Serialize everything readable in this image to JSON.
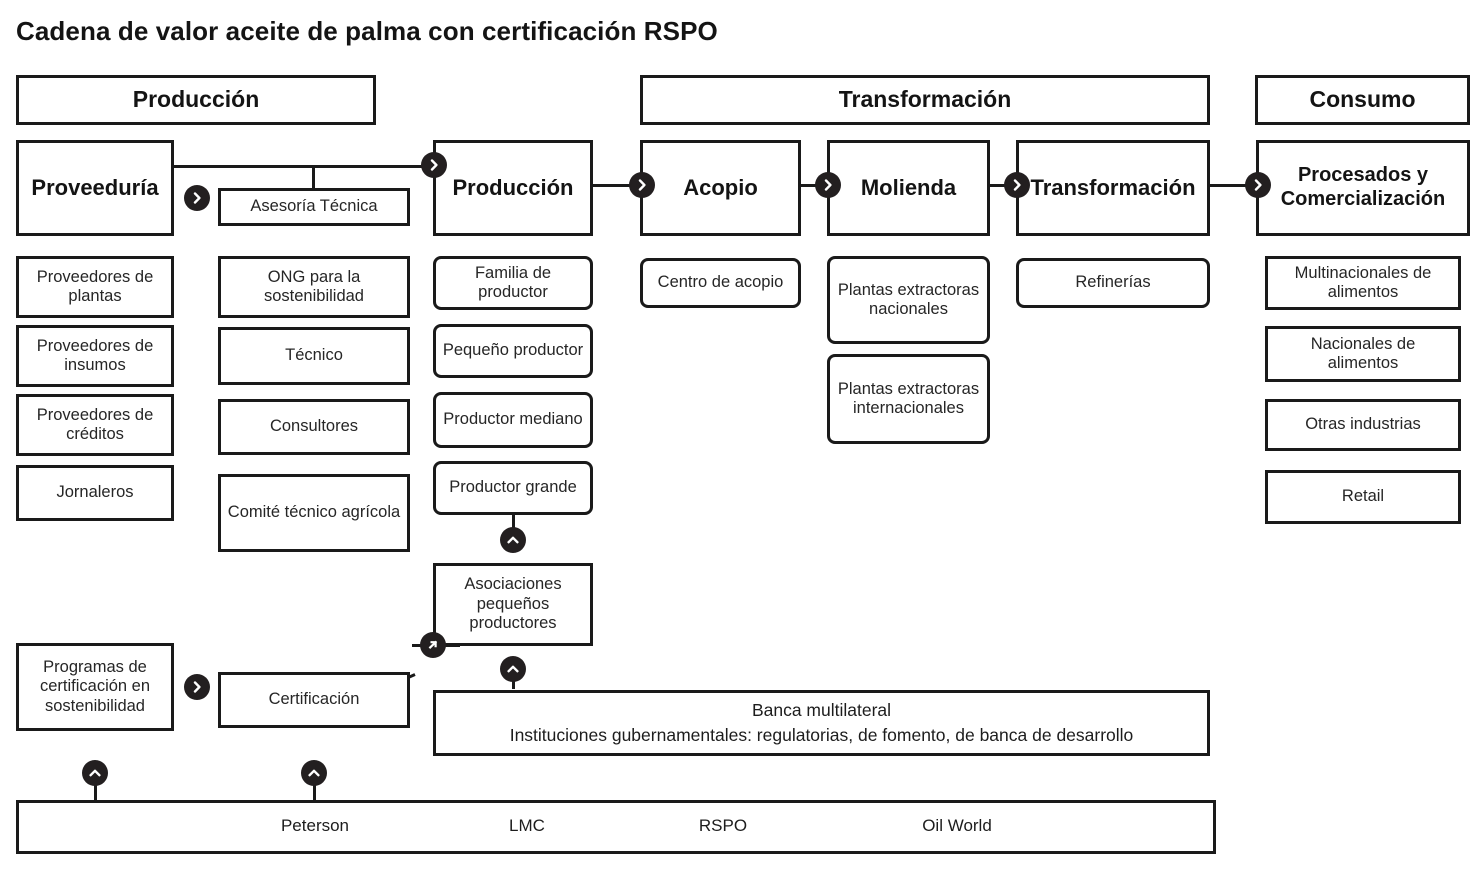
{
  "page": {
    "title": "Cadena de valor aceite de palma con certificación RSPO",
    "ink_color": "#1a1a1a",
    "badge_color": "#231f20",
    "background": "#ffffff"
  },
  "headers": [
    {
      "id": "produccion",
      "label": "Producción"
    },
    {
      "id": "transformacion",
      "label": "Transformación"
    },
    {
      "id": "consumo",
      "label": "Consumo"
    }
  ],
  "stages": [
    {
      "id": "proveeduria",
      "label": "Proveeduría"
    },
    {
      "id": "produccion",
      "label": "Producción"
    },
    {
      "id": "acopio",
      "label": "Acopio"
    },
    {
      "id": "molienda",
      "label": "Molienda"
    },
    {
      "id": "transformacion",
      "label": "Transformación"
    },
    {
      "id": "procesados",
      "label": "Procesados y Comercialización"
    }
  ],
  "asesoria": {
    "label": "Asesoría Técnica"
  },
  "columns": {
    "proveeduria_items": [
      {
        "label": "Proveedores de plantas"
      },
      {
        "label": "Proveedores de insumos"
      },
      {
        "label": "Proveedores de créditos"
      },
      {
        "label": "Jornaleros"
      }
    ],
    "asesoria_items": [
      {
        "label": "ONG para la sostenibilidad"
      },
      {
        "label": "Técnico"
      },
      {
        "label": "Consultores"
      },
      {
        "label": "Comité técnico agrícola"
      }
    ],
    "produccion_items": [
      {
        "label": "Familia de productor"
      },
      {
        "label": "Pequeño productor"
      },
      {
        "label": "Productor mediano"
      },
      {
        "label": "Productor grande"
      }
    ],
    "acopio_items": [
      {
        "label": "Centro de acopio"
      }
    ],
    "molienda_items": [
      {
        "label": "Plantas extractoras nacionales"
      },
      {
        "label": "Plantas extractoras internacionales"
      }
    ],
    "transformacion_items": [
      {
        "label": "Refinerías"
      }
    ],
    "consumo_items": [
      {
        "label": "Multinacionales de alimentos"
      },
      {
        "label": "Nacionales de alimentos"
      },
      {
        "label": "Otras industrias"
      },
      {
        "label": "Retail"
      }
    ]
  },
  "asociaciones": {
    "label": "Asociaciones pequeños productores"
  },
  "programas": {
    "label": "Programas de certificación en sostenibilidad"
  },
  "certificacion": {
    "label": "Certificación"
  },
  "banca": {
    "line1": "Banca multilateral",
    "line2": "Instituciones gubernamentales: regulatorias, de fomento, de banca de desarrollo"
  },
  "sources": [
    {
      "label": "Peterson"
    },
    {
      "label": "LMC"
    },
    {
      "label": "RSPO"
    },
    {
      "label": "Oil World"
    }
  ],
  "icons": {
    "chevron_right": "chevron-right-icon",
    "chevron_up": "chevron-up-icon",
    "elbow": "elbow-arrow-icon"
  }
}
